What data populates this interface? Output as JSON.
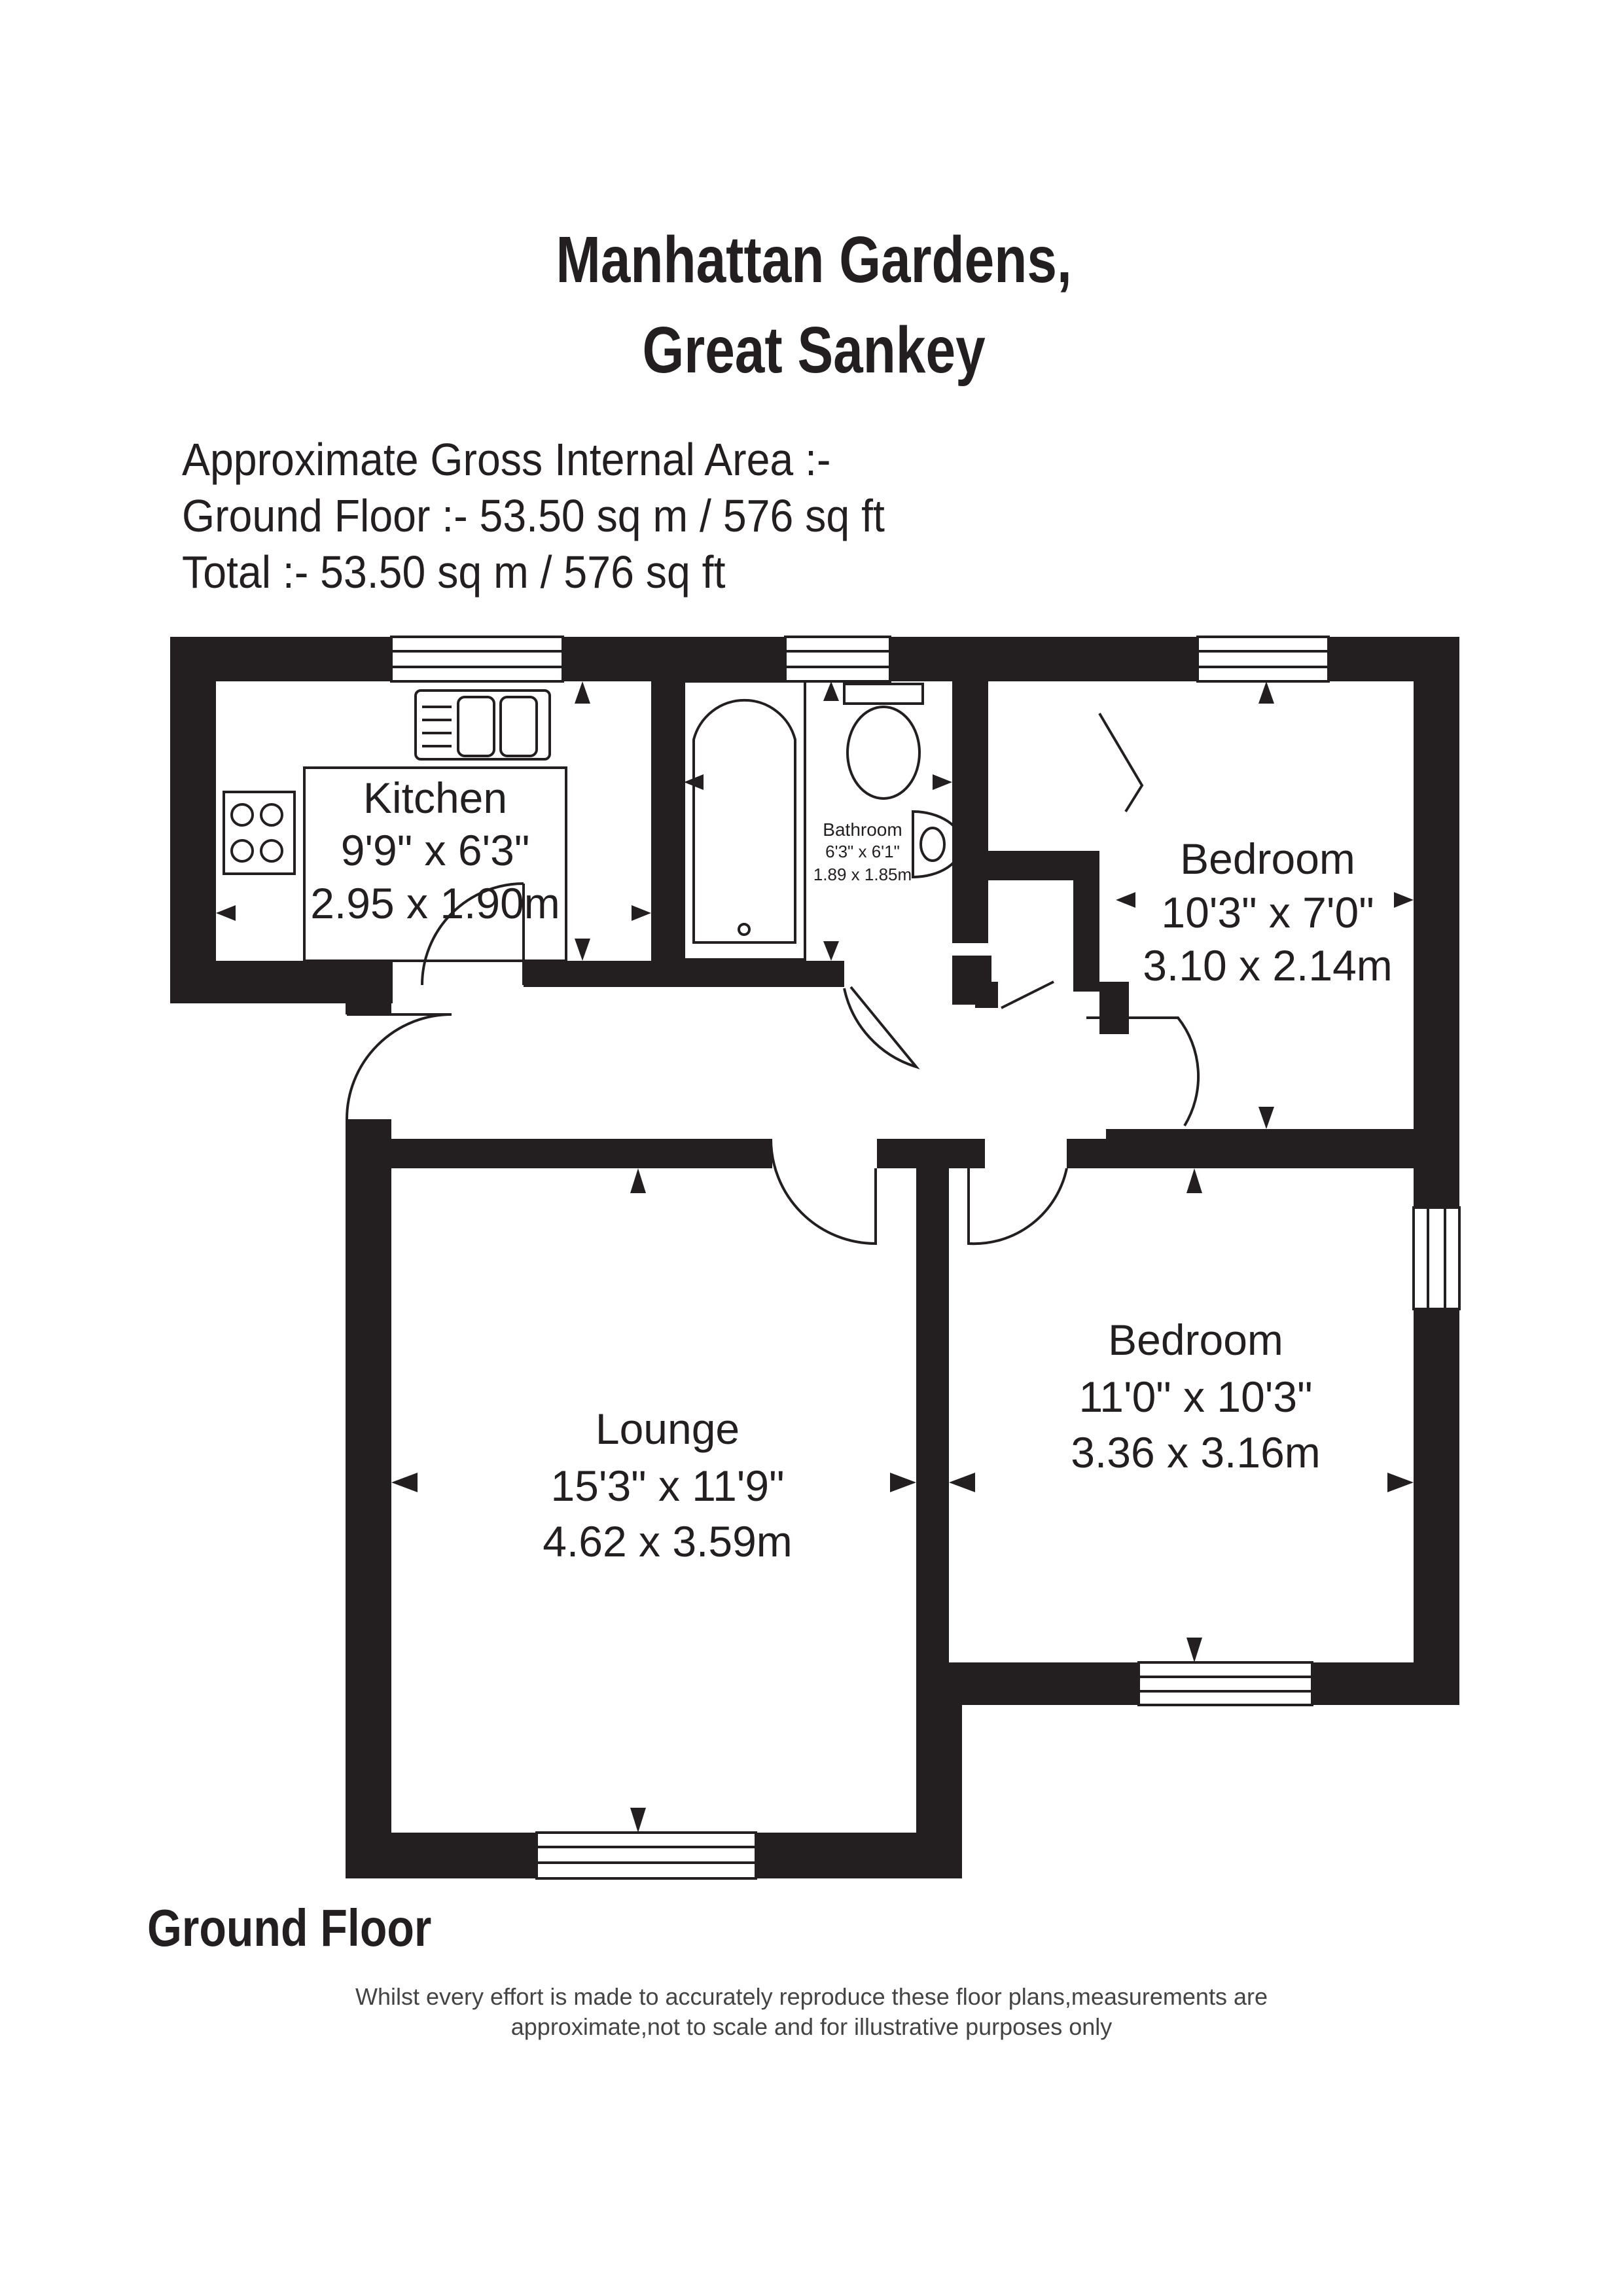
{
  "header": {
    "title_line1": "Manhattan Gardens,",
    "title_line2": "Great Sankey"
  },
  "area_summary": {
    "line1": "Approximate Gross Internal Area :-",
    "line2": "Ground Floor :- 53.50 sq m / 576 sq ft",
    "line3": "Total :- 53.50 sq m / 576 sq ft"
  },
  "rooms": {
    "kitchen": {
      "name": "Kitchen",
      "imperial": "9'9\" x 6'3\"",
      "metric": "2.95 x 1.90m"
    },
    "bathroom": {
      "name": "Bathroom",
      "imperial": "6'3\" x 6'1\"",
      "metric": "1.89 x 1.85m"
    },
    "bedroom1": {
      "name": "Bedroom",
      "imperial": "10'3\" x 7'0\"",
      "metric": "3.10 x 2.14m"
    },
    "lounge": {
      "name": "Lounge",
      "imperial": "15'3\" x 11'9\"",
      "metric": "4.62 x 3.59m"
    },
    "bedroom2": {
      "name": "Bedroom",
      "imperial": "11'0\" x 10'3\"",
      "metric": "3.36 x 3.16m"
    }
  },
  "floor_label": "Ground Floor",
  "disclaimer": {
    "line1": "Whilst every effort is made to accurately reproduce these floor plans,measurements are",
    "line2": "approximate,not to scale and for illustrative purposes only"
  },
  "colors": {
    "wall": "#231f20",
    "background": "#ffffff"
  }
}
